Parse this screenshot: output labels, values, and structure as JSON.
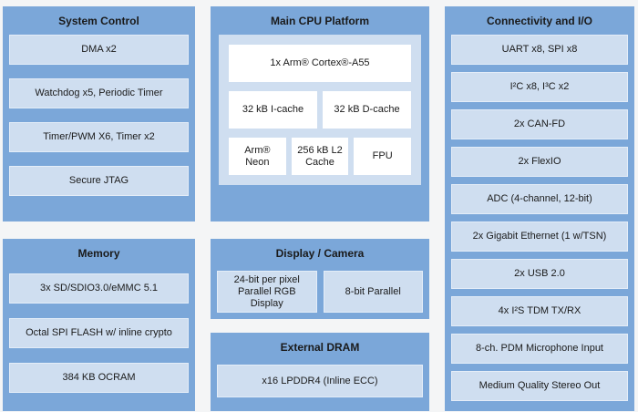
{
  "colors": {
    "block_bg": "#7ba7d9",
    "item_bg": "#cfdef0",
    "white_box": "#ffffff",
    "page_bg": "#f4f5f6",
    "text": "#1a1a1a"
  },
  "blocks": {
    "system_control": {
      "title": "System Control",
      "items": [
        "DMA x2",
        "Watchdog x5, Periodic Timer",
        "Timer/PWM X6, Timer x2",
        "Secure JTAG"
      ]
    },
    "memory": {
      "title": "Memory",
      "items": [
        "3x SD/SDIO3.0/eMMC 5.1",
        "Octal SPI FLASH w/ inline crypto",
        "384 KB OCRAM"
      ]
    },
    "main_cpu": {
      "title": "Main CPU Platform",
      "core": "1x Arm® Cortex®-A55",
      "icache": "32 kB I-cache",
      "dcache": "32 kB D-cache",
      "neon": "Arm® Neon",
      "l2": "256 kB L2 Cache",
      "fpu": "FPU"
    },
    "display_camera": {
      "title": "Display / Camera",
      "items": [
        "24-bit per pixel Parallel RGB Display",
        "8-bit Parallel"
      ]
    },
    "external_dram": {
      "title": "External DRAM",
      "items": [
        "x16 LPDDR4 (Inline ECC)"
      ]
    },
    "connectivity": {
      "title": "Connectivity and I/O",
      "items": [
        "UART x8, SPI x8",
        "I²C x8, I³C x2",
        "2x CAN-FD",
        "2x FlexIO",
        "ADC (4-channel, 12-bit)",
        "2x Gigabit Ethernet (1 w/TSN)",
        "2x USB 2.0",
        "4x I²S TDM TX/RX",
        "8-ch. PDM Microphone Input",
        "Medium Quality Stereo Out"
      ]
    }
  }
}
